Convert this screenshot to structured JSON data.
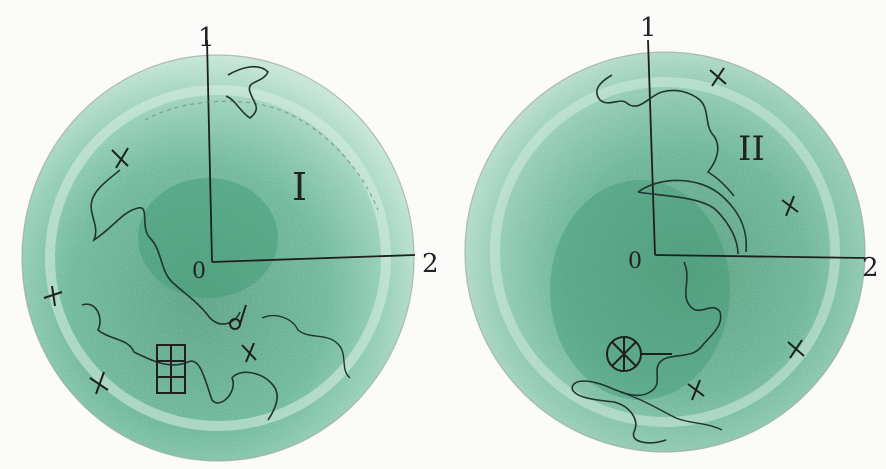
{
  "sketches": [
    {
      "roman_numeral": "I",
      "origin_label": "0",
      "y_axis_label": "1",
      "x_axis_label": "2"
    },
    {
      "roman_numeral": "II",
      "origin_label": "0",
      "y_axis_label": "1",
      "x_axis_label": "2"
    }
  ],
  "colors": {
    "dish_fill": "#5fb596",
    "dish_dark": "#3c9a78",
    "dish_light": "#cfeadd",
    "ink": "#1f1f1f",
    "paper": "#fbfbf9"
  }
}
